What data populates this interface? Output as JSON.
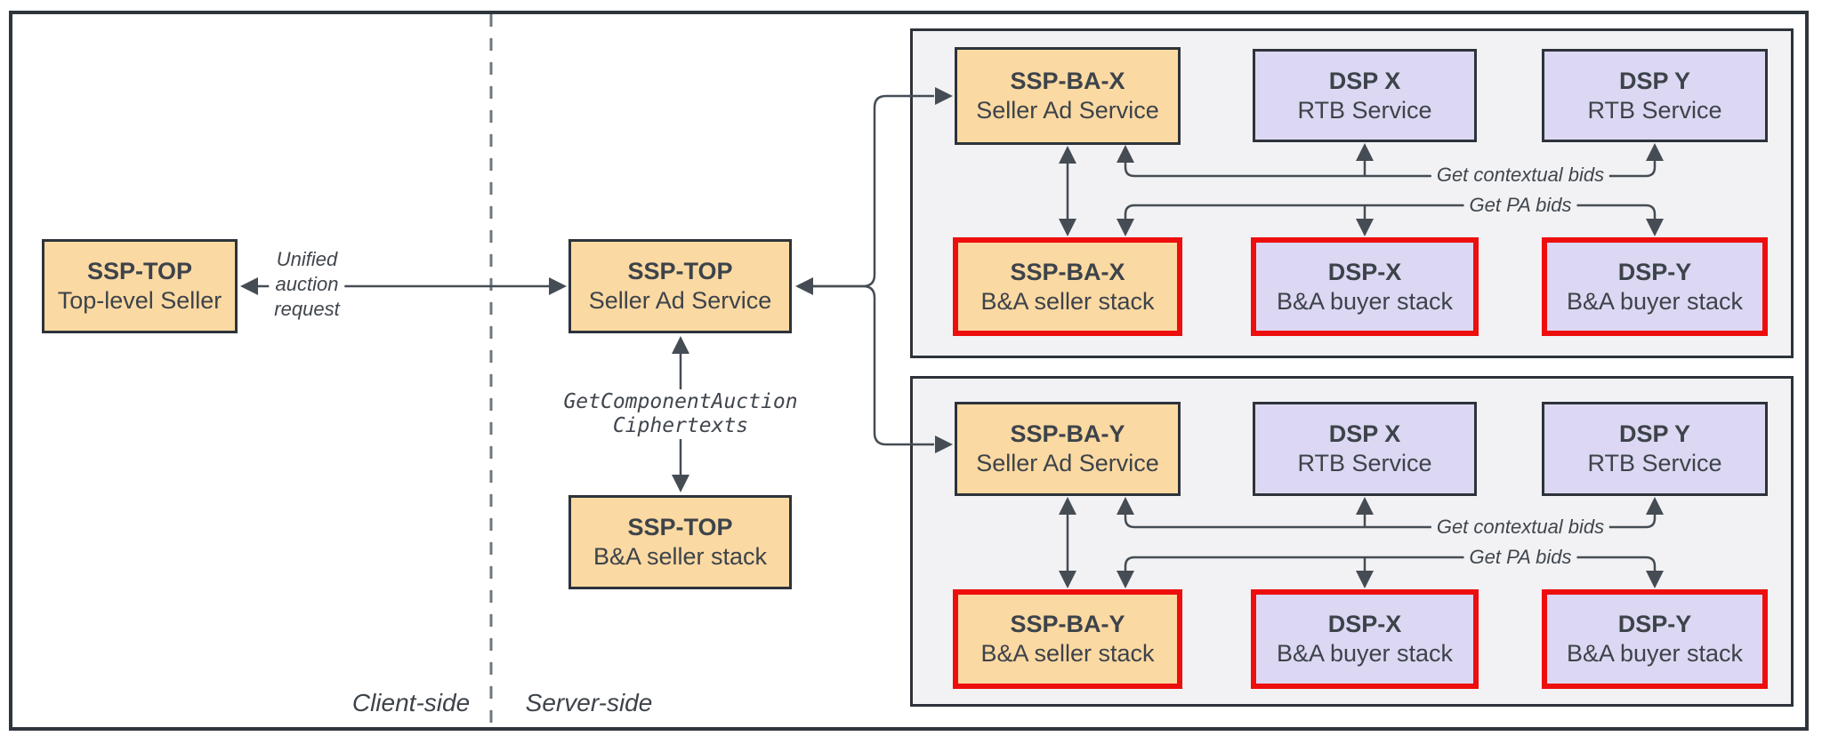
{
  "colors": {
    "node_orange": "#fbd9a2",
    "node_lavender": "#dcd8f3",
    "red_highlight_border": "#ed0e0e",
    "dark_border": "#2d333a",
    "wire": "#454c54",
    "group_background": "#f2f2f4",
    "text": "#3d434a"
  },
  "side_labels": {
    "client": "Client-side",
    "server": "Server-side"
  },
  "edges": {
    "unified_lines": [
      "Unified",
      "auction",
      "request"
    ],
    "component_lines": [
      "GetComponentAuction",
      "Ciphertexts"
    ]
  },
  "nodes": {
    "ssp_top_client": {
      "title": "SSP-TOP",
      "subtitle": "Top-level Seller"
    },
    "ssp_top_ad": {
      "title": "SSP-TOP",
      "subtitle": "Seller Ad Service"
    },
    "ssp_top_ba": {
      "title": "SSP-TOP",
      "subtitle": "B&A seller stack"
    }
  },
  "groups": [
    {
      "name": "ssp-ba-x-group",
      "seller_ad": {
        "title": "SSP-BA-X",
        "subtitle": "Seller Ad Service"
      },
      "dsp_x": {
        "title": "DSP X",
        "subtitle": "RTB Service"
      },
      "dsp_y": {
        "title": "DSP Y",
        "subtitle": "RTB Service"
      },
      "seller_ba": {
        "title": "SSP-BA-X",
        "subtitle": "B&A seller stack"
      },
      "dsp_x_ba": {
        "title": "DSP-X",
        "subtitle": "B&A buyer stack"
      },
      "dsp_y_ba": {
        "title": "DSP-Y",
        "subtitle": "B&A buyer stack"
      },
      "contextual_label": "Get contextual bids",
      "pa_label": "Get PA bids"
    },
    {
      "name": "ssp-ba-y-group",
      "seller_ad": {
        "title": "SSP-BA-Y",
        "subtitle": "Seller Ad Service"
      },
      "dsp_x": {
        "title": "DSP X",
        "subtitle": "RTB Service"
      },
      "dsp_y": {
        "title": "DSP Y",
        "subtitle": "RTB Service"
      },
      "seller_ba": {
        "title": "SSP-BA-Y",
        "subtitle": "B&A seller stack"
      },
      "dsp_x_ba": {
        "title": "DSP-X",
        "subtitle": "B&A buyer stack"
      },
      "dsp_y_ba": {
        "title": "DSP-Y",
        "subtitle": "B&A buyer stack"
      },
      "contextual_label": "Get contextual bids",
      "pa_label": "Get PA bids"
    }
  ]
}
